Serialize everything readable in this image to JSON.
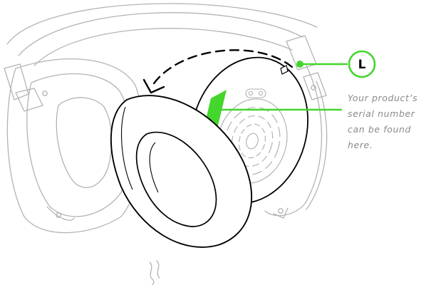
{
  "callout": {
    "side_badge": "L",
    "note_lines": [
      "Your product’s",
      "serial number",
      "can be found",
      "here."
    ]
  },
  "colors": {
    "accent": "#44d62c",
    "line": "#000000",
    "ghost_line": "#b3b3b3",
    "note_text": "#8a8a8a"
  }
}
